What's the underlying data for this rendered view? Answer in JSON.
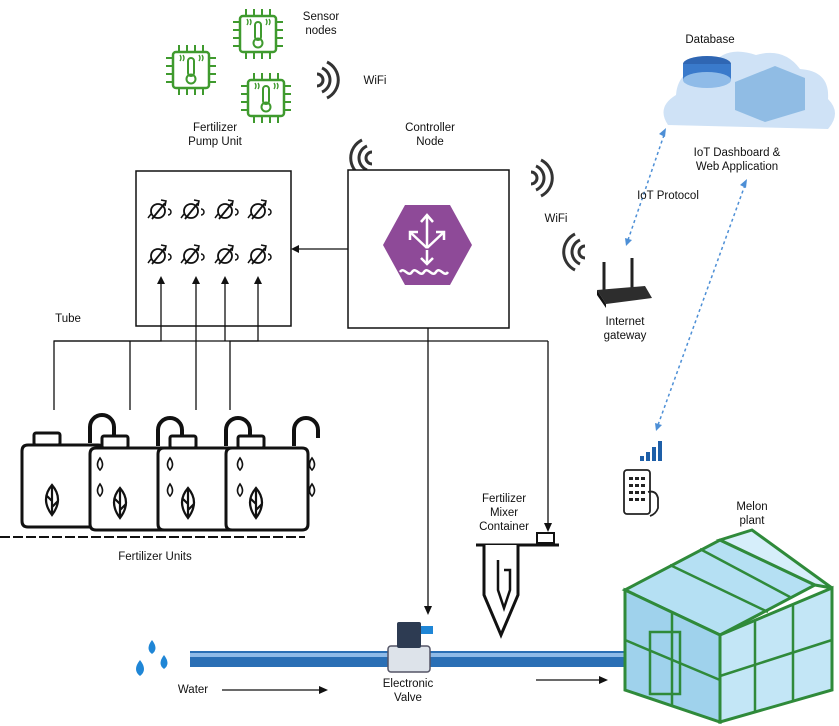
{
  "labels": {
    "sensor_nodes": "Sensor\nnodes",
    "wifi_sensors": "WiFi",
    "fertilizer_pump_unit": "Fertilizer\nPump Unit",
    "controller_node": "Controller\nNode",
    "wifi_gateway": "WiFi",
    "database": "Database",
    "iot_dashboard": "IoT Dashboard &\nWeb Application",
    "iot_protocol": "IoT Protocol",
    "internet_gateway": "Internet\ngateway",
    "tube": "Tube",
    "fertilizer_units": "Fertilizer Units",
    "fertilizer_mixer_container": "Fertilizer\nMixer\nContainer",
    "melon_plant": "Melon\nplant",
    "water": "Water",
    "electronic_valve": "Electronic\nValve"
  },
  "colors": {
    "sensor_green": "#3f9a2e",
    "controller_purple": "#8e4a98",
    "pipe_blue": "#2a6fb5",
    "cloud_blue": "#cfe2f6",
    "greenhouse_green": "#2f8a3a",
    "link_blue": "#4d8fd6"
  },
  "icons": [
    "sensor-chip-icon",
    "wifi-icon",
    "pump-icon",
    "controller-hub-icon",
    "router-icon",
    "cloud-database-icon",
    "fertilizer-jerrycan-icon",
    "water-drop-icon",
    "solenoid-valve-icon",
    "mixer-funnel-icon",
    "greenhouse-icon",
    "smartphone-icon",
    "signal-bars-icon"
  ]
}
